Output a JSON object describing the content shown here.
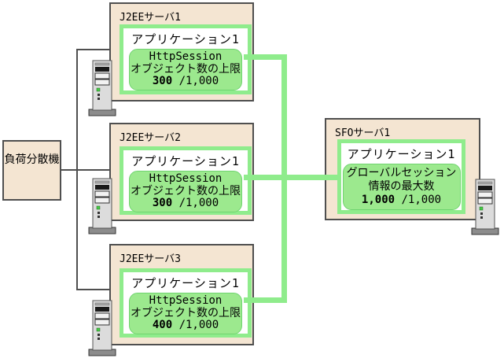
{
  "colors": {
    "box_fill": "#f4e5d2",
    "box_border": "#4f4f4f",
    "green_accent": "#8fec8c",
    "session_fill": "#9ce98e",
    "connector_black": "#4f4f4f"
  },
  "icons": {
    "server_tower": "server-tower-icon"
  },
  "load_balancer": {
    "label": "負荷分散機"
  },
  "j2ee_servers": [
    {
      "title": "J2EEサーバ1",
      "app_title": "アプリケーション1",
      "session": {
        "line1": "HttpSession",
        "line2": "オブジェクト数の上限",
        "value": "300",
        "limit": " /1,000"
      }
    },
    {
      "title": "J2EEサーバ2",
      "app_title": "アプリケーション1",
      "session": {
        "line1": "HttpSession",
        "line2": "オブジェクト数の上限",
        "value": "300",
        "limit": " /1,000"
      }
    },
    {
      "title": "J2EEサーバ3",
      "app_title": "アプリケーション1",
      "session": {
        "line1": "HttpSession",
        "line2": "オブジェクト数の上限",
        "value": "400",
        "limit": " /1,000"
      }
    }
  ],
  "sfo_server": {
    "title": "SFOサーバ1",
    "app_title": "アプリケーション1",
    "session": {
      "line1": "グローバルセッション",
      "line2": "情報の最大数",
      "value": "1,000",
      "limit": " /1,000"
    }
  }
}
